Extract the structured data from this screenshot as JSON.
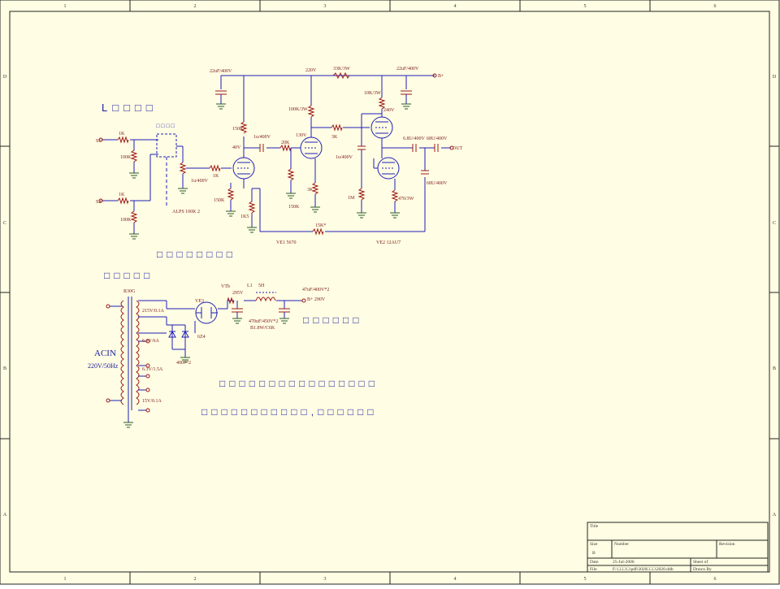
{
  "border": {
    "cols": [
      "1",
      "2",
      "3",
      "4",
      "5",
      "6"
    ],
    "rows": [
      "D",
      "C",
      "B",
      "A"
    ]
  },
  "headings": {
    "l_channel": "L□□□□",
    "amp_block": "□□□□□□□□",
    "power_block": "□□□□□",
    "power_note": "□□□□□□",
    "line1": "□□□□□□□□□□□□□□□□",
    "line2": "□□□□□□□□□□□,□□□□□□"
  },
  "amp_labels": {
    "c_in_top": "22uF/400V",
    "b220": "220V",
    "r33k": "33K/3W",
    "c_out_top": "22uF/400V",
    "bplus": "B+",
    "r100k3w": "100K/3W",
    "r10k3w": "10K/3W",
    "v240": "240V",
    "r150k": "150K",
    "v130": "130V",
    "r3k": "3K",
    "c1u400": "1u/400V",
    "v40": "40V",
    "c1u400b": "1u/400V",
    "r20k": "20K",
    "c1u400c": "1u/400V",
    "c68u": "6.8U/400V",
    "c68u2": "68U/400V",
    "out": "OUT",
    "c68u3": "68U/400V",
    "in_s1": "S1",
    "in_s2": "S2",
    "r1k_a": "1K",
    "r100k_a": "100K",
    "r1k_b": "1K",
    "r100k_b": "100K",
    "r1k_c": "1K",
    "c1u400d": "1u/400V",
    "r150k_b": "150K",
    "r1k5": "1K5",
    "r3k_b": "3K",
    "r1m": "1M",
    "r470": "470/3W",
    "pot": "ALPS 100K 2",
    "r15k": "15K*",
    "vt1": "VE1 5670",
    "vt2": "VE2 12AU7",
    "dots": "□□□□"
  },
  "power_labels": {
    "transformer": "R30G",
    "acin": "ACIN",
    "mains": "220V/50Hz",
    "sec1": "215V/0.1A",
    "sec2": "6.3V/6A",
    "sec3": "6.3V/1.5A",
    "sec4": "15V/0.1A",
    "rect": "VE3",
    "rect_type": "6Z4",
    "diodes": "4007*2",
    "vtb": "VTb",
    "r_v": "295V",
    "l1": "L1",
    "l1_val": "5H",
    "c47": "47uF/400V*2",
    "c470": "470uF/450V*2",
    "c470_b": "B1.8W/C6K",
    "bplus_out": "B+ 290V"
  },
  "title_block": {
    "title": "Title",
    "size_label": "Size",
    "size_val": "B",
    "number_label": "Number",
    "revision_label": "Revision",
    "date_label": "Date",
    "date_val": "25-Jul-2006",
    "sheet_label": "Sheet of",
    "file_label": "File",
    "file_val": "F:\\□□□\\□\\pdf\\2020□□□\\2020.ddb",
    "drawn_label": "Drawn By"
  }
}
